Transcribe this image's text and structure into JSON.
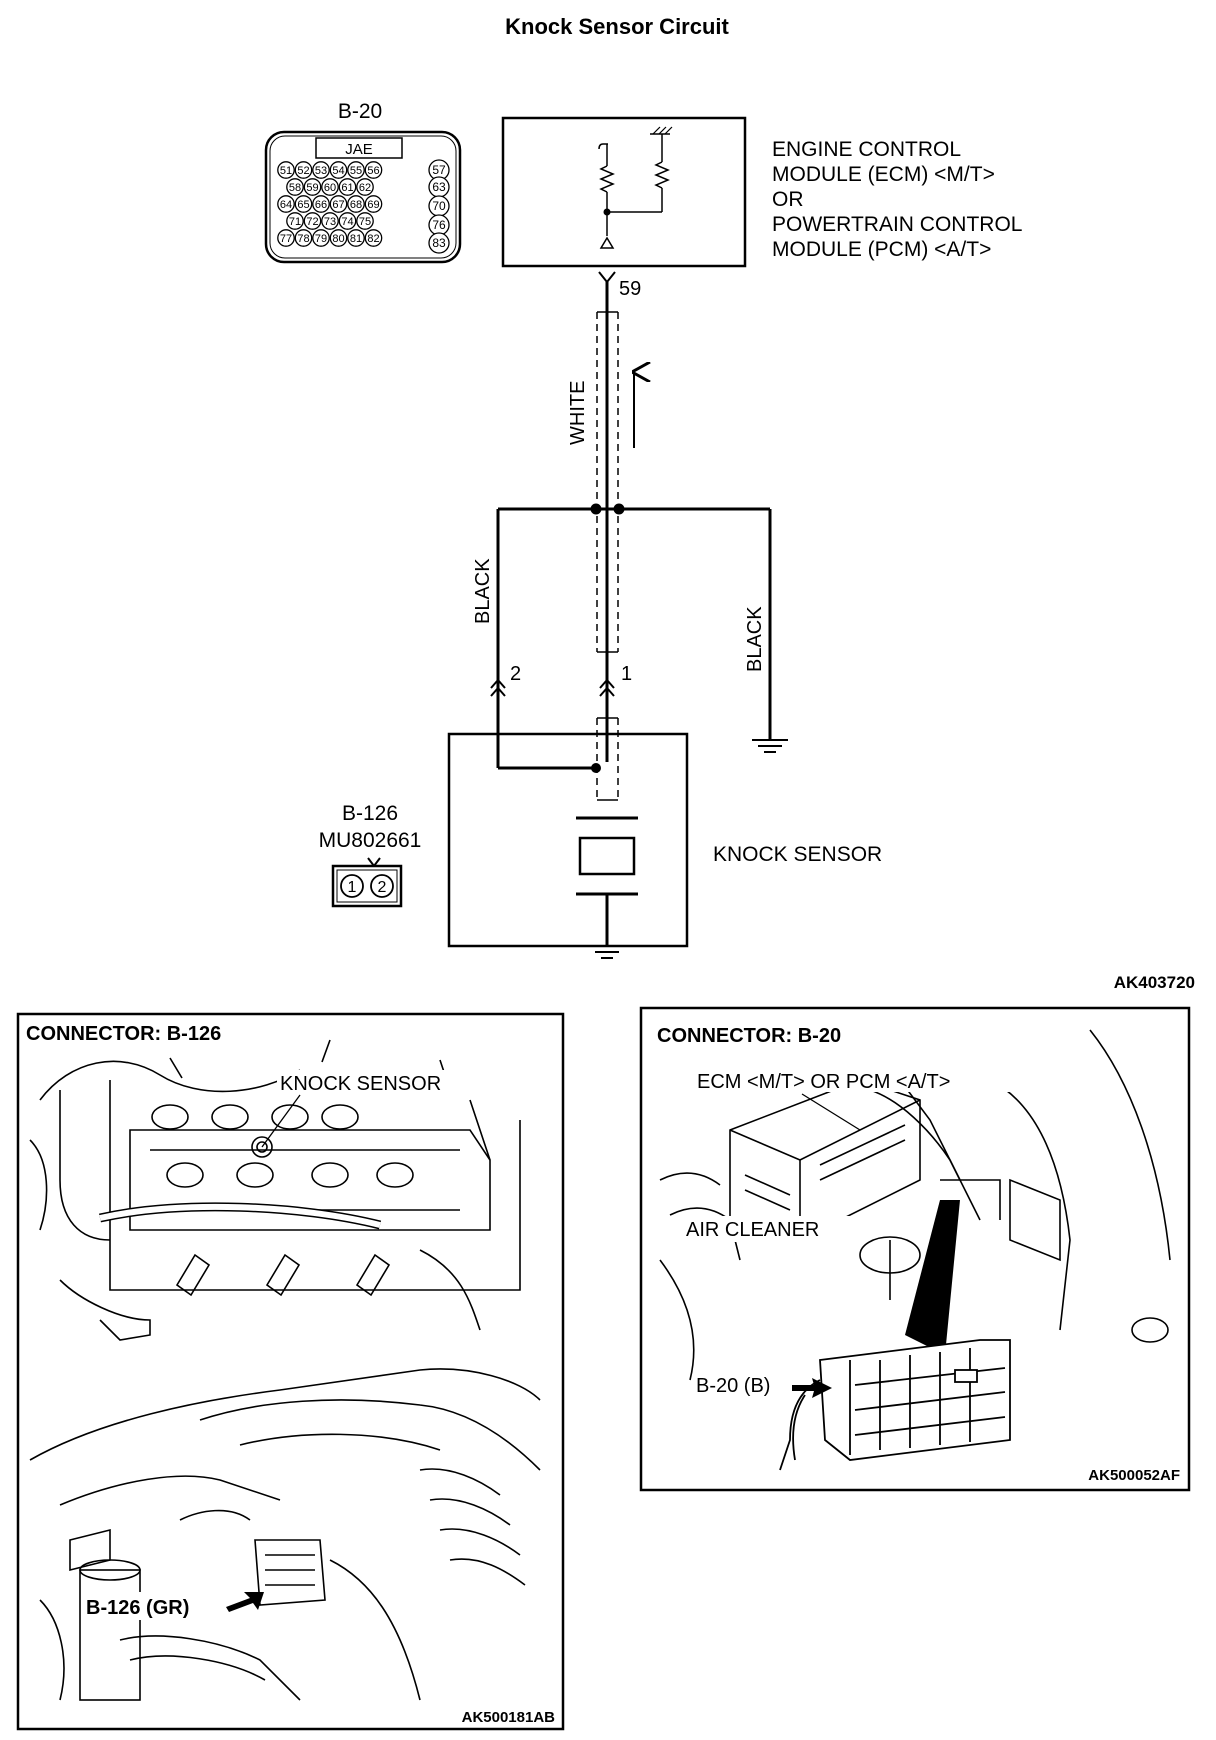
{
  "title": "Knock Sensor Circuit",
  "schematic": {
    "ecm_connector": {
      "id": "B-20",
      "brand": "JAE",
      "pins": [
        [
          "51",
          "52",
          "53",
          "54",
          "55",
          "56"
        ],
        [
          "58",
          "59",
          "60",
          "61",
          "62"
        ],
        [
          "64",
          "65",
          "66",
          "67",
          "68",
          "69"
        ],
        [
          "71",
          "72",
          "73",
          "74",
          "75"
        ],
        [
          "77",
          "78",
          "79",
          "80",
          "81",
          "82"
        ]
      ],
      "side_pins": [
        "57",
        "63",
        "70",
        "76",
        "83"
      ]
    },
    "ecm_label_lines": [
      "ENGINE CONTROL",
      "MODULE (ECM) <M/T>",
      "OR",
      "POWERTRAIN CONTROL",
      "MODULE (PCM) <A/T>"
    ],
    "ecm_terminal": "59",
    "wire_white": "WHITE",
    "wire_black_left": "BLACK",
    "wire_black_right": "BLACK",
    "sensor_terminal_2": "2",
    "sensor_terminal_1": "1",
    "sensor_connector": {
      "id": "B-126",
      "part": "MU802661",
      "pins": [
        "1",
        "2"
      ]
    },
    "sensor_label": "KNOCK SENSOR",
    "code": "AK403720"
  },
  "photo_left": {
    "header": "CONNECTOR: B-126",
    "callout": "KNOCK SENSOR",
    "connector_label": "B-126 (GR)",
    "code": "AK500181AB"
  },
  "photo_right": {
    "header": "CONNECTOR: B-20",
    "callout": "ECM <M/T> OR PCM <A/T>",
    "air_cleaner": "AIR CLEANER",
    "connector_label": "B-20 (B)",
    "code": "AK500052AF"
  }
}
